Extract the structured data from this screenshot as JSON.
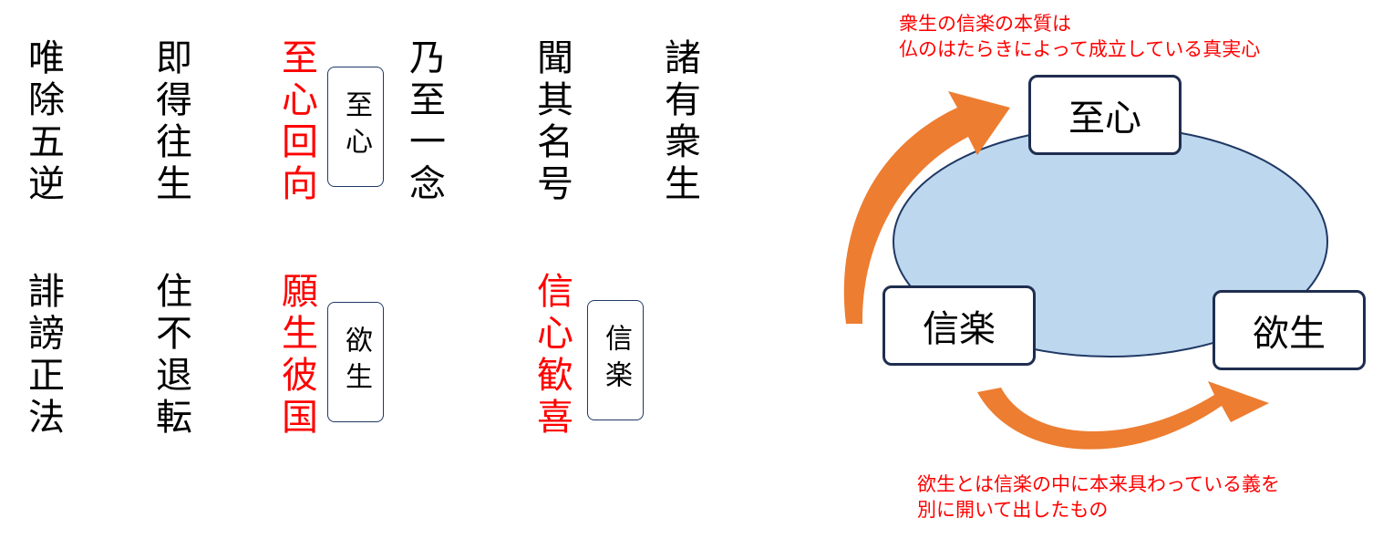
{
  "verse_columns_top": [
    {
      "text": "唯除五逆",
      "red": false
    },
    {
      "text": "即得往生",
      "red": false
    },
    {
      "text": "至心回向",
      "red": true
    },
    {
      "text": "乃至一念",
      "red": false
    },
    {
      "text": "聞其名号",
      "red": false
    },
    {
      "text": "諸有衆生",
      "red": false
    }
  ],
  "verse_columns_bottom": [
    {
      "text": "誹謗正法",
      "red": false
    },
    {
      "text": "住不退転",
      "red": false
    },
    {
      "text": "願生彼国",
      "red": true
    },
    {
      "text": "信心歓喜",
      "red": true
    }
  ],
  "labels": {
    "shishin": "至心",
    "yokusho": "欲生",
    "shingyo": "信楽"
  },
  "diagram": {
    "node_top": "至心",
    "node_left": "信楽",
    "node_right": "欲生",
    "note_top_line1": "衆生の信楽の本質は",
    "note_top_line2": "仏のはたらきによって成立している真実心",
    "note_bottom_line1": "欲生とは信楽の中に本来具わっている義を",
    "note_bottom_line2": "別に開いて出したもの"
  },
  "colors": {
    "red": "#ff0000",
    "arrow": "#ed7d31",
    "ellipse": "#bdd7ee",
    "border": "#1f3864"
  }
}
